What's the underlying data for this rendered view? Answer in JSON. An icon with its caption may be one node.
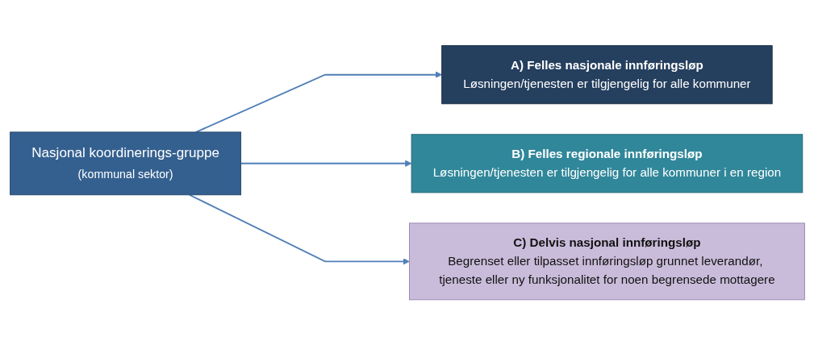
{
  "diagram": {
    "nodes": [
      {
        "text": [
          "Nasjonal koordinerings-gruppe",
          "(kommunal sektor)"
        ]
      },
      {
        "text": [
          "A) Felles nasjonale innføringsløp",
          "Løsningen/tjenesten er tilgjengelig for alle kommuner"
        ]
      },
      {
        "text": [
          "B) Felles regionale innføringsløp",
          "Løsningen/tjenesten er tilgjengelig for alle kommuner i en region"
        ]
      },
      {
        "text": [
          "C) Delvis nasjonal innføringsløp",
          "Begrenset eller tilpasset innføringsløp grunnet leverandør, tjeneste eller ny funksjonalitet for noen begrensede mottagere"
        ]
      }
    ],
    "edges": [
      {
        "from": 0,
        "to": 1,
        "arrow": "to"
      },
      {
        "from": 0,
        "to": 2,
        "arrow": "to"
      },
      {
        "from": 0,
        "to": 3,
        "arrow": "to"
      }
    ]
  }
}
